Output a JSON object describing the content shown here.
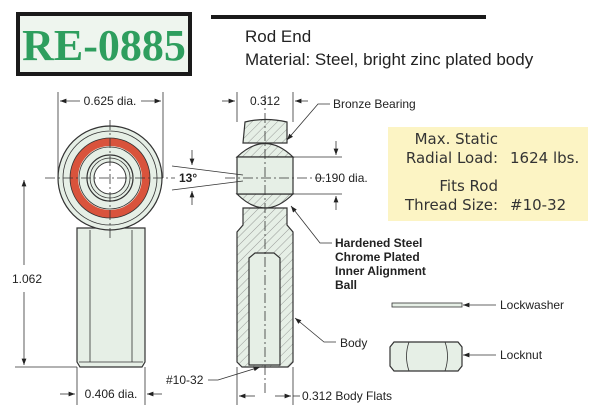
{
  "header": {
    "part_number": "RE-0885",
    "product_name": "Rod End",
    "material": "Material: Steel, bright zinc plated body"
  },
  "dimensions": {
    "head_diameter": "0.625 dia.",
    "length": "1.062",
    "shank_diameter": "0.406 dia.",
    "width": "0.312",
    "misalignment_angle": "13°",
    "bore_diameter": "0.190 dia.",
    "thread": "#10-32",
    "body_flats": "0.312 Body Flats"
  },
  "callouts": {
    "bearing": "Bronze Bearing",
    "ball_lines": [
      "Hardened Steel",
      "Chrome Plated",
      "Inner Alignment",
      "Ball"
    ],
    "body": "Body",
    "lockwasher": "Lockwasher",
    "locknut": "Locknut"
  },
  "specs": {
    "load_label_1": "Max. Static",
    "load_label_2": "Radial Load:",
    "load_value": "1624 lbs.",
    "thread_label_1": "Fits Rod",
    "thread_label_2": "Thread Size:",
    "thread_value": "#10-32"
  },
  "colors": {
    "brand_green": "#2e9e5e",
    "bearing_red": "#d9533c",
    "spec_box": "#fcf4c4",
    "part_fill": "#e6efe6"
  }
}
